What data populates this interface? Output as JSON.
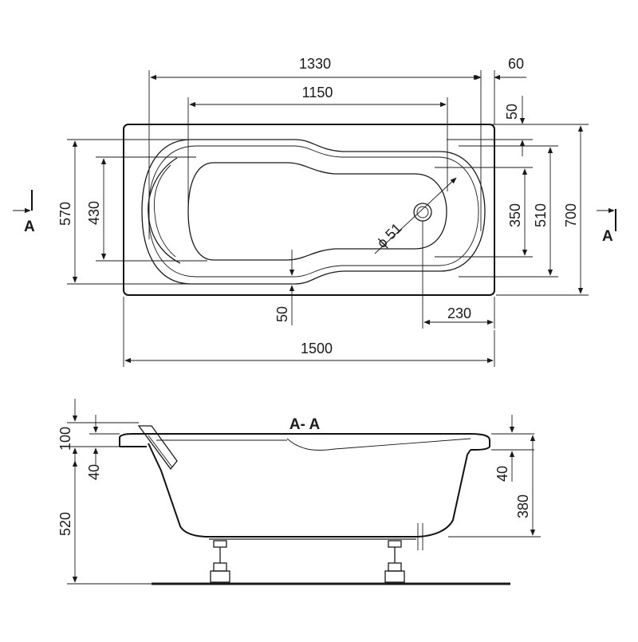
{
  "top_view": {
    "dim_1330": "1330",
    "dim_60": "60",
    "dim_1150": "1150",
    "dim_50_right": "50",
    "dim_570": "570",
    "dim_430": "430",
    "dim_350": "350",
    "dim_510": "510",
    "dim_700": "700",
    "dim_diameter": "ϕ 51",
    "dim_50_bottom": "50",
    "dim_230": "230",
    "dim_1500": "1500",
    "section_mark_left": "A",
    "section_mark_right": "A"
  },
  "side_view": {
    "title": "A- A",
    "dim_100": "100",
    "dim_40_left": "40",
    "dim_520": "520",
    "dim_40_right": "40",
    "dim_380": "380"
  }
}
